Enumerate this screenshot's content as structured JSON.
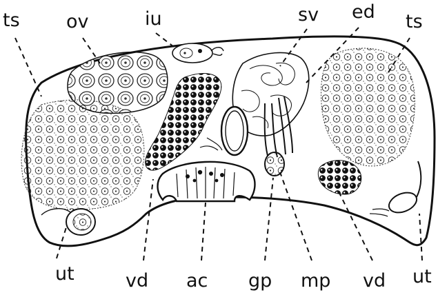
{
  "figure": {
    "labels": {
      "ts_left": "ts",
      "ov": "ov",
      "iu": "iu",
      "sv": "sv",
      "ed": "ed",
      "ts_right": "ts",
      "ut_left": "ut",
      "vd_left": "vd",
      "ac": "ac",
      "gp": "gp",
      "mp": "mp",
      "vd_right": "vd",
      "ut_right": "ut"
    }
  }
}
